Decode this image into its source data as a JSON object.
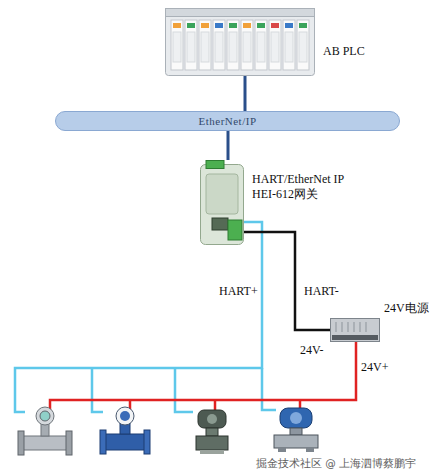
{
  "diagram": {
    "nodes": [
      {
        "text": [
          "AB PLC"
        ]
      },
      {
        "text": [
          "EtherNet/IP"
        ]
      },
      {
        "text": [
          "HART/EtherNet IP HEI-612网关"
        ]
      },
      {
        "text": [
          "24V电源"
        ]
      }
    ],
    "edges": [
      {
        "from": 0,
        "to": 1,
        "arrow": "none"
      },
      {
        "from": 1,
        "to": 2,
        "arrow": "none"
      },
      {
        "from": 2,
        "to": 3,
        "label": "HART-",
        "arrow": "none"
      }
    ],
    "labels": [
      "HART+",
      "24V-",
      "24V+",
      "掘金技术社区 @ 上海泗博蔡鹏宇"
    ]
  }
}
